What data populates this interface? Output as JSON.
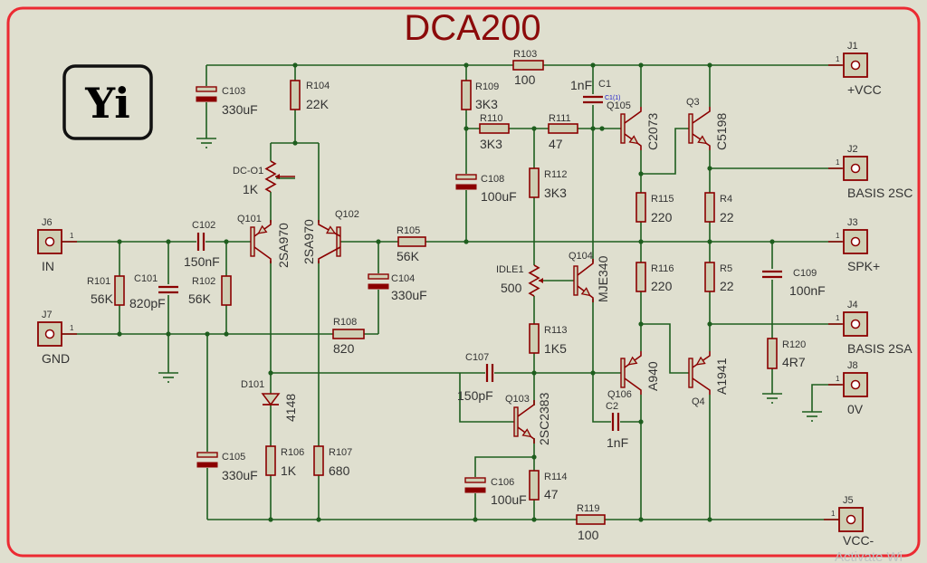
{
  "title": "DCA200",
  "logo": "Yi",
  "probe_label": "C1(1)",
  "watermark": "Activate Wi",
  "colors": {
    "wire": "#1e5e1e",
    "component": "#8b0000",
    "body": "#cfcfb4",
    "border": "#ec2a32",
    "title": "#8b0a0a",
    "probe": "#2222cc"
  },
  "components": [
    {
      "ref": "C103",
      "value": "330uF",
      "kind": "electrolytic-capacitor"
    },
    {
      "ref": "R104",
      "value": "22K",
      "kind": "resistor"
    },
    {
      "ref": "DC-O1",
      "value": "1K",
      "kind": "potentiometer"
    },
    {
      "ref": "C102",
      "value": "150nF",
      "kind": "capacitor"
    },
    {
      "ref": "Q101",
      "value": "2SA970",
      "kind": "pnp-transistor"
    },
    {
      "ref": "Q102",
      "value": "2SA970",
      "kind": "pnp-transistor"
    },
    {
      "ref": "R105",
      "value": "56K",
      "kind": "resistor"
    },
    {
      "ref": "C104",
      "value": "330uF",
      "kind": "electrolytic-capacitor"
    },
    {
      "ref": "R101",
      "value": "56K",
      "kind": "resistor"
    },
    {
      "ref": "C101",
      "value": "820pF",
      "kind": "capacitor"
    },
    {
      "ref": "R102",
      "value": "56K",
      "kind": "resistor"
    },
    {
      "ref": "R108",
      "value": "820",
      "kind": "resistor"
    },
    {
      "ref": "D101",
      "value": "4148",
      "kind": "diode"
    },
    {
      "ref": "C105",
      "value": "330uF",
      "kind": "electrolytic-capacitor"
    },
    {
      "ref": "R106",
      "value": "1K",
      "kind": "resistor"
    },
    {
      "ref": "R107",
      "value": "680",
      "kind": "resistor"
    },
    {
      "ref": "R103",
      "value": "100",
      "kind": "resistor"
    },
    {
      "ref": "R109",
      "value": "3K3",
      "kind": "resistor"
    },
    {
      "ref": "R110",
      "value": "3K3",
      "kind": "resistor"
    },
    {
      "ref": "R111",
      "value": "47",
      "kind": "resistor"
    },
    {
      "ref": "C1",
      "value": "1nF",
      "kind": "capacitor"
    },
    {
      "ref": "Q105",
      "value": "C2073",
      "kind": "npn-transistor"
    },
    {
      "ref": "Q3",
      "value": "C5198",
      "kind": "npn-transistor"
    },
    {
      "ref": "R112",
      "value": "3K3",
      "kind": "resistor"
    },
    {
      "ref": "C108",
      "value": "100uF",
      "kind": "electrolytic-capacitor"
    },
    {
      "ref": "R115",
      "value": "220",
      "kind": "resistor"
    },
    {
      "ref": "R4",
      "value": "22",
      "kind": "resistor"
    },
    {
      "ref": "IDLE1",
      "value": "500",
      "kind": "potentiometer"
    },
    {
      "ref": "Q104",
      "value": "MJE340",
      "kind": "npn-transistor"
    },
    {
      "ref": "R116",
      "value": "220",
      "kind": "resistor"
    },
    {
      "ref": "R5",
      "value": "22",
      "kind": "resistor"
    },
    {
      "ref": "C109",
      "value": "100nF",
      "kind": "capacitor"
    },
    {
      "ref": "R113",
      "value": "1K5",
      "kind": "resistor"
    },
    {
      "ref": "C107",
      "value": "150pF",
      "kind": "capacitor"
    },
    {
      "ref": "Q103",
      "value": "2SC2383",
      "kind": "npn-transistor"
    },
    {
      "ref": "Q106",
      "value": "A940",
      "kind": "pnp-transistor"
    },
    {
      "ref": "Q4",
      "value": "A1941",
      "kind": "pnp-transistor"
    },
    {
      "ref": "C2",
      "value": "1nF",
      "kind": "capacitor"
    },
    {
      "ref": "R120",
      "value": "4R7",
      "kind": "resistor"
    },
    {
      "ref": "C106",
      "value": "100uF",
      "kind": "electrolytic-capacitor"
    },
    {
      "ref": "R114",
      "value": "47",
      "kind": "resistor"
    },
    {
      "ref": "R119",
      "value": "100",
      "kind": "resistor"
    }
  ],
  "connectors": [
    {
      "ref": "J1",
      "name": "+VCC",
      "pin": "1"
    },
    {
      "ref": "J2",
      "name": "BASIS 2SC",
      "pin": "1"
    },
    {
      "ref": "J3",
      "name": "SPK+",
      "pin": "1"
    },
    {
      "ref": "J4",
      "name": "BASIS 2SA",
      "pin": "1"
    },
    {
      "ref": "J8",
      "name": "0V",
      "pin": "1"
    },
    {
      "ref": "J5",
      "name": "VCC-",
      "pin": "1"
    },
    {
      "ref": "J6",
      "name": "IN",
      "pin": "1"
    },
    {
      "ref": "J7",
      "name": "GND",
      "pin": "1"
    }
  ]
}
